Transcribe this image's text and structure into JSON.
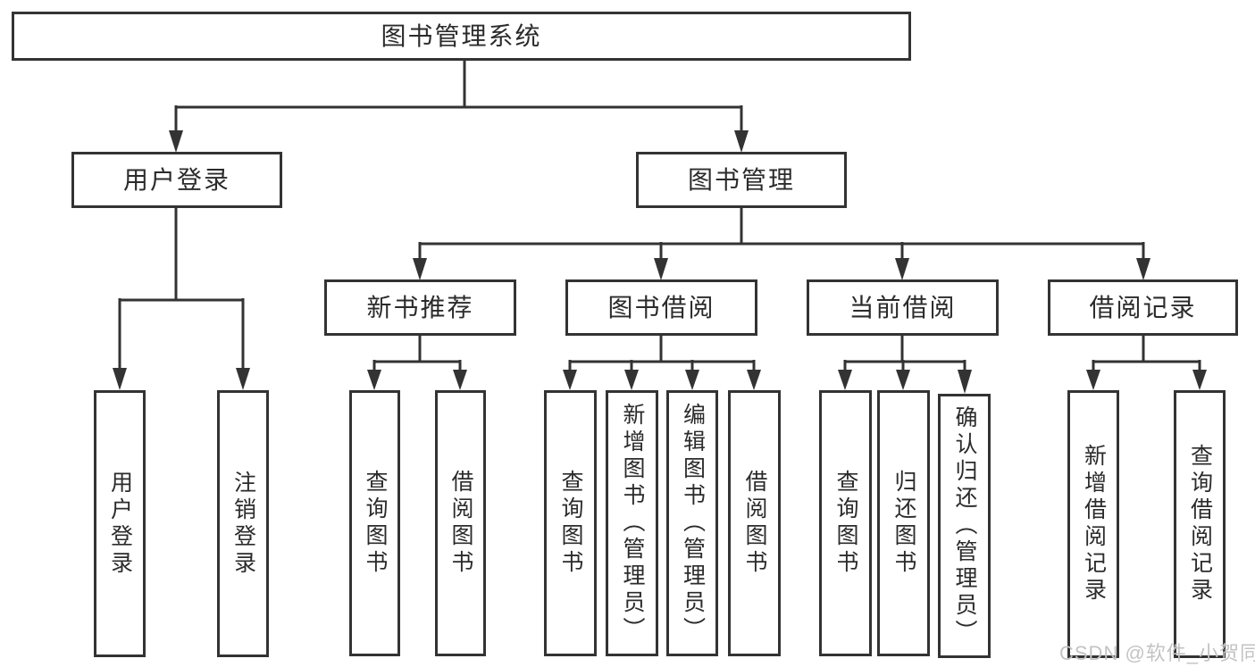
{
  "tree": {
    "label": "图书管理系统",
    "children": [
      {
        "label": "用户登录",
        "children": [
          {
            "label": "用户登录"
          },
          {
            "label": "注销登录"
          }
        ]
      },
      {
        "label": "图书管理",
        "children": [
          {
            "label": "新书推荐",
            "children": [
              {
                "label": "查询图书"
              },
              {
                "label": "借阅图书"
              }
            ]
          },
          {
            "label": "图书借阅",
            "children": [
              {
                "label": "查询图书"
              },
              {
                "label": "新增图书（管理员）"
              },
              {
                "label": "编辑图书（管理员）"
              },
              {
                "label": "借阅图书"
              }
            ]
          },
          {
            "label": "当前借阅",
            "children": [
              {
                "label": "查询图书"
              },
              {
                "label": "归还图书"
              },
              {
                "label": "确认归还（管理员）"
              }
            ]
          },
          {
            "label": "借阅记录",
            "children": [
              {
                "label": "新增借阅记录"
              },
              {
                "label": "查询借阅记录"
              }
            ]
          }
        ]
      }
    ]
  },
  "watermark": {
    "text": "CSDN @软件_小贺同学"
  },
  "colors": {
    "line": "#333333",
    "text": "#2b2b2b",
    "background": "#ffffff",
    "watermark": "#c3c3c3"
  }
}
